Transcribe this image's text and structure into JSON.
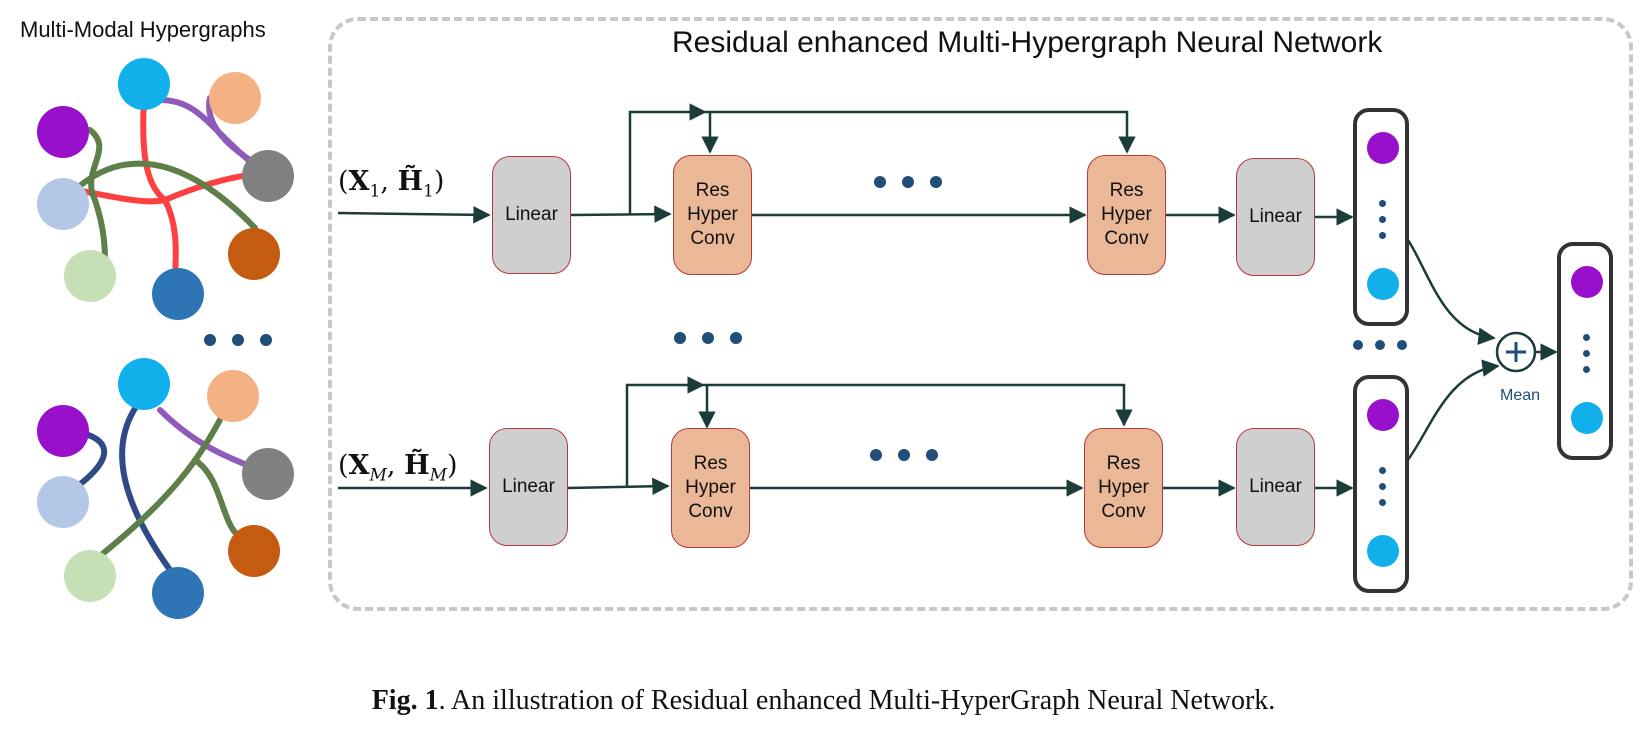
{
  "left_panel": {
    "title": "Multi-Modal Hypergraphs"
  },
  "network": {
    "title": "Residual enhanced Multi-Hypergraph Neural Network"
  },
  "inputs": {
    "top": {
      "x": "X",
      "h": "H",
      "sub": "1"
    },
    "bottom": {
      "x": "X",
      "h": "H",
      "sub": "M"
    }
  },
  "blocks": {
    "linear": "Linear",
    "res": [
      "Res",
      "Hyper",
      "Conv"
    ]
  },
  "mean_label": "Mean",
  "caption": {
    "label": "Fig. 1",
    "text": ". An illustration of Residual enhanced Multi-HyperGraph Neural Network."
  },
  "colors": {
    "purple": "#9910cc",
    "cyan": "#12b0ea",
    "peach": "#f4b183",
    "gray_node": "#808080",
    "lavender": "#b4c7e7",
    "light_green": "#c5e0b4",
    "blue_node": "#2e75b6",
    "orange": "#c55a11",
    "edge_red": "#ff4040",
    "edge_purple": "#8e5bb8",
    "edge_green": "#5f7f4a",
    "edge_navy": "#2f4a86",
    "arrow": "#1a3d3a",
    "dots": "#1f4e79"
  }
}
